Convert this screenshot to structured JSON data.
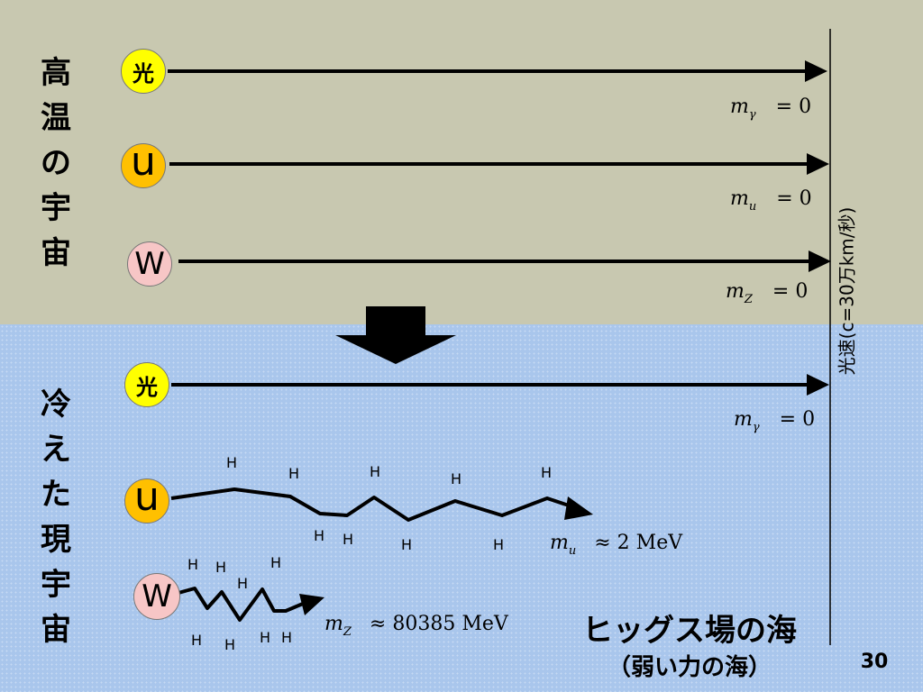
{
  "left_titles": {
    "hot": [
      "高",
      "温",
      "の",
      "宇",
      "宙"
    ],
    "cold": [
      "冷",
      "え",
      "た",
      "現",
      "宇",
      "宙"
    ]
  },
  "particles": {
    "photon": "光",
    "u": "u",
    "w": "W"
  },
  "higgs_label": "H",
  "formulas": {
    "hot_photon": {
      "symbol": "m",
      "sub": "γ",
      "rel": "= 0"
    },
    "hot_u": {
      "symbol": "m",
      "sub": "u",
      "rel": "= 0"
    },
    "hot_w": {
      "symbol": "m",
      "sub": "Z",
      "rel": "= 0"
    },
    "cold_photon": {
      "symbol": "m",
      "sub": "γ",
      "rel": "= 0"
    },
    "cold_u": {
      "symbol": "m",
      "sub": "u",
      "rel": "≈ 2 MeV"
    },
    "cold_w": {
      "symbol": "m",
      "sub": "Z",
      "rel": "≈ 80385 MeV"
    }
  },
  "speed_of_light": "光速(c=30万km/秒)",
  "higgs_sea": "ヒッグス場の海",
  "weak_sea": "（弱い力の海）",
  "page_number": "30",
  "colors": {
    "hot_background": "#c8c8b0",
    "cold_background": "#a9c6ec",
    "photon": "#ffff00",
    "u_quark": "#ffc000",
    "w_boson": "#f7c6c6"
  }
}
